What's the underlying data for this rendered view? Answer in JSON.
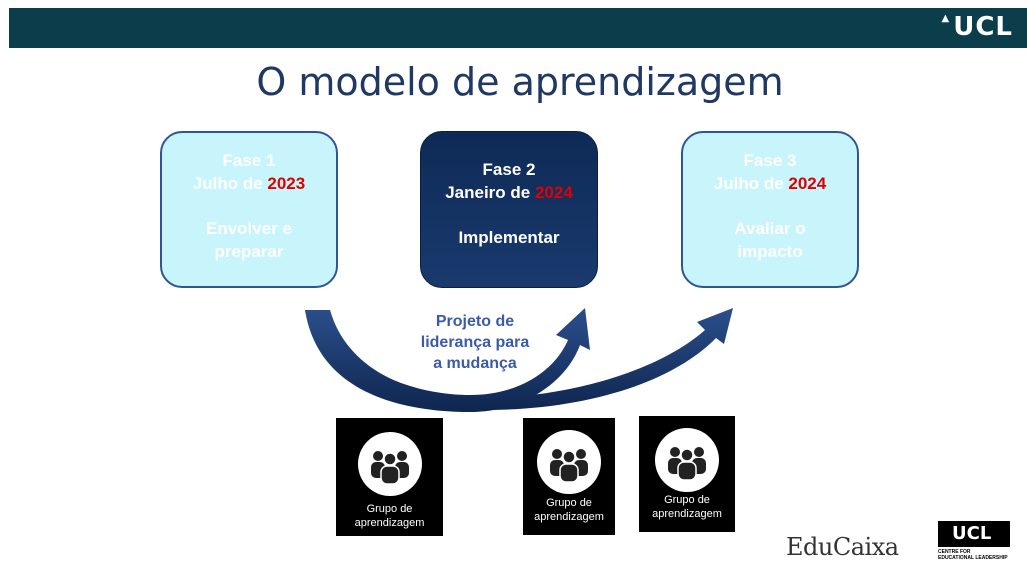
{
  "header": {
    "logo_text": "UCL",
    "logo_mark": "▲"
  },
  "title": "O modelo de aprendizagem",
  "phases": [
    {
      "line1": "Fase 1",
      "line2_prefix": "Julho de ",
      "year": "2023",
      "action_line1": "Envolver e",
      "action_line2": "preparar"
    },
    {
      "line1": "Fase 2",
      "line2_prefix": "Janeiro de ",
      "year": "2024",
      "action_line1": "Implementar",
      "action_line2": ""
    },
    {
      "line1": "Fase 3",
      "line2_prefix": "Julho de ",
      "year": "2024",
      "action_line1": "Avaliar o",
      "action_line2": "impacto"
    }
  ],
  "arrow_label": {
    "line1": "Projeto de",
    "line2": "liderança para",
    "line3": "a mudança"
  },
  "groups": [
    {
      "caption_line1": "Grupo de",
      "caption_line2": "aprendizagem"
    },
    {
      "caption_line1": "Grupo de",
      "caption_line2": "aprendizagem"
    },
    {
      "caption_line1": "Grupo de",
      "caption_line2": "aprendizagem"
    }
  ],
  "footer": {
    "educaixa": "EduCaixa",
    "cel_logo_text": "UCL",
    "cel_sub_line1": "CENTRE FOR",
    "cel_sub_line2": "EDUCATIONAL LEADERSHIP"
  },
  "colors": {
    "header_bg": "#0b3d4a",
    "title": "#1f3864",
    "phase_light_bg": "#c8f4fb",
    "phase_dark_bg": "#0e2a56",
    "year_highlight": "#e00000",
    "arrow": "#1a3a6e",
    "arrow_label": "#3b5ba7"
  },
  "icons": [
    "people-group-icon",
    "curved-arrow-icon"
  ]
}
